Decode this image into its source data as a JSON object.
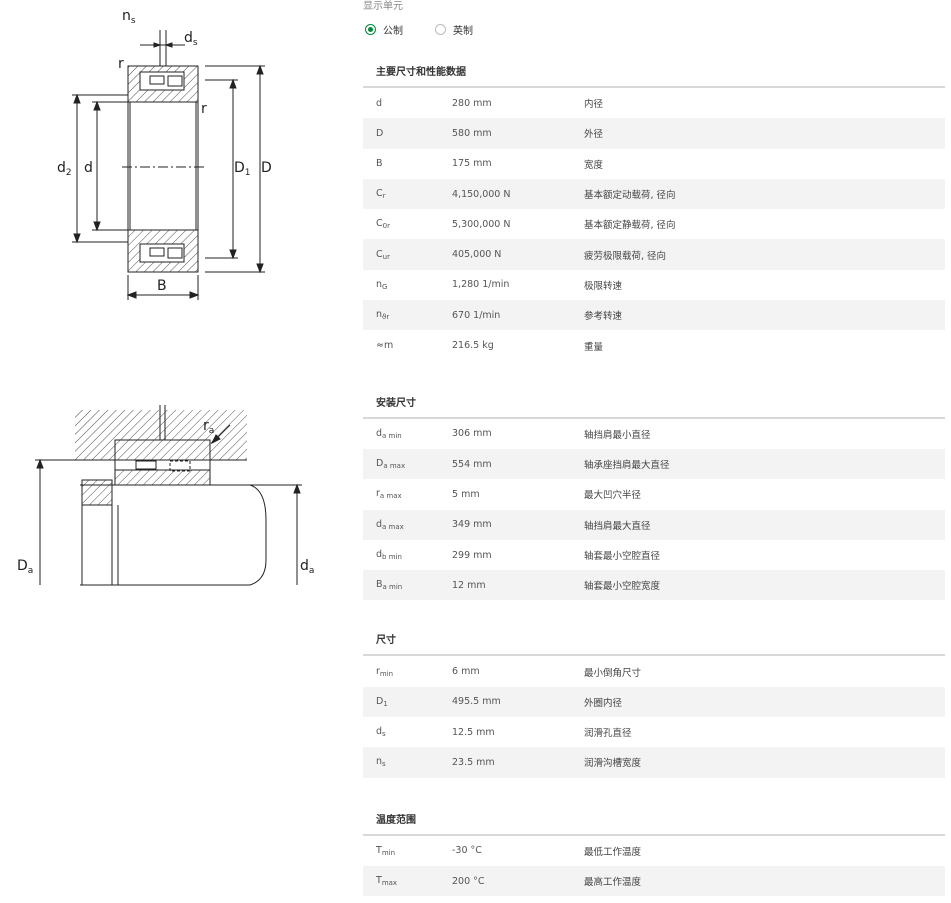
{
  "unit_selector": {
    "title": "显示单元",
    "options": [
      {
        "label": "公制",
        "selected": true
      },
      {
        "label": "英制",
        "selected": false
      }
    ]
  },
  "drawing_labels": {
    "ns": "n",
    "ns_sub": "s",
    "ds": "d",
    "ds_sub": "s",
    "r_top": "r",
    "r_right": "r",
    "d2": "d",
    "d2_sub": "2",
    "d": "d",
    "D1": "D",
    "D1_sub": "1",
    "D": "D",
    "B": "B",
    "ra": "r",
    "ra_sub": "a",
    "Da": "D",
    "Da_sub": "a",
    "da": "d",
    "da_sub": "a"
  },
  "sections": [
    {
      "title": "主要尺寸和性能数据",
      "rows": [
        {
          "sym": "d",
          "sub": "",
          "val": "280 mm",
          "desc": "内径"
        },
        {
          "sym": "D",
          "sub": "",
          "val": "580 mm",
          "desc": "外径"
        },
        {
          "sym": "B",
          "sub": "",
          "val": "175 mm",
          "desc": "宽度"
        },
        {
          "sym": "C",
          "sub": "r",
          "val": "4,150,000 N",
          "desc": "基本额定动载荷, 径向"
        },
        {
          "sym": "C",
          "sub": "0r",
          "val": "5,300,000 N",
          "desc": "基本额定静载荷, 径向"
        },
        {
          "sym": "C",
          "sub": "ur",
          "val": "405,000 N",
          "desc": "疲劳极限载荷, 径向"
        },
        {
          "sym": "n",
          "sub": "G",
          "val": "1,280 1/min",
          "desc": "极限转速"
        },
        {
          "sym": "n",
          "sub": "ϑr",
          "val": "670 1/min",
          "desc": "参考转速"
        },
        {
          "sym": "≈m",
          "sub": "",
          "val": "216.5 kg",
          "desc": "重量"
        }
      ]
    },
    {
      "title": "安装尺寸",
      "rows": [
        {
          "sym": "d",
          "sub": "a min",
          "val": "306 mm",
          "desc": "轴挡肩最小直径"
        },
        {
          "sym": "D",
          "sub": "a max",
          "val": "554 mm",
          "desc": "轴承座挡肩最大直径"
        },
        {
          "sym": "r",
          "sub": "a max",
          "val": "5 mm",
          "desc": "最大凹穴半径"
        },
        {
          "sym": "d",
          "sub": "a max",
          "val": "349 mm",
          "desc": "轴挡肩最大直径"
        },
        {
          "sym": "d",
          "sub": "b min",
          "val": "299 mm",
          "desc": "轴套最小空腔直径"
        },
        {
          "sym": "B",
          "sub": "a min",
          "val": "12 mm",
          "desc": "轴套最小空腔宽度"
        }
      ]
    },
    {
      "title": "尺寸",
      "rows": [
        {
          "sym": "r",
          "sub": "min",
          "val": "6 mm",
          "desc": "最小倒角尺寸"
        },
        {
          "sym": "D",
          "sub": "1",
          "val": "495.5 mm",
          "desc": "外圈内径"
        },
        {
          "sym": "d",
          "sub": "s",
          "val": "12.5 mm",
          "desc": "润滑孔直径"
        },
        {
          "sym": "n",
          "sub": "s",
          "val": "23.5 mm",
          "desc": "润滑沟槽宽度"
        }
      ]
    },
    {
      "title": "温度范围",
      "rows": [
        {
          "sym": "T",
          "sub": "min",
          "val": "-30 °C",
          "desc": "最低工作温度"
        },
        {
          "sym": "T",
          "sub": "max",
          "val": "200 °C",
          "desc": "最高工作温度"
        }
      ]
    }
  ]
}
